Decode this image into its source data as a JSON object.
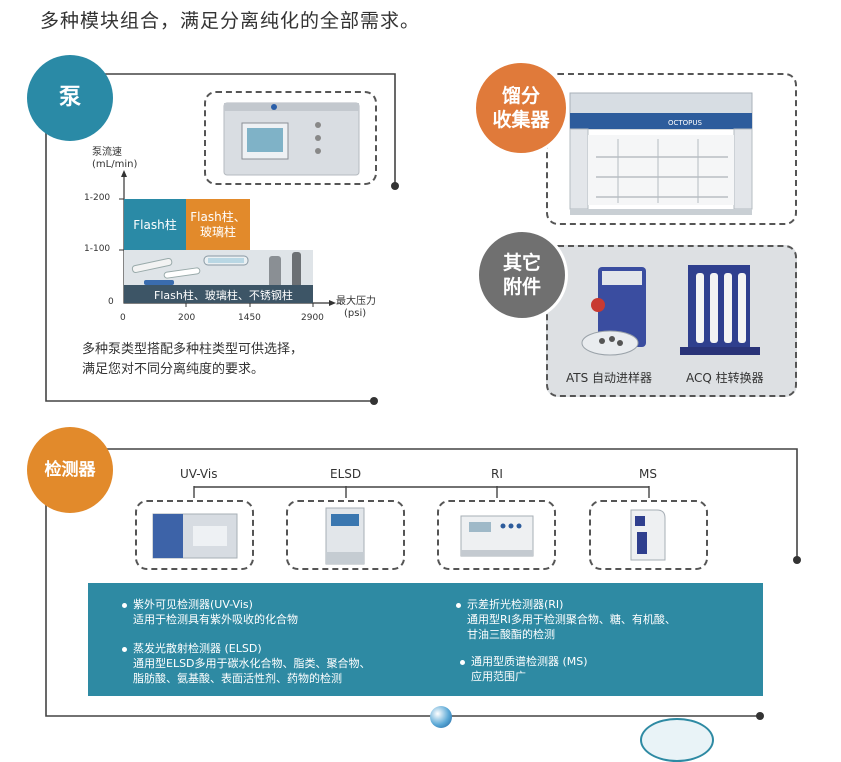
{
  "title": "多种模块组合，满足分离纯化的全部需求。",
  "pump": {
    "badge": "泵",
    "y_label_line1": "泵流速",
    "y_label_line2": "(mL/min)",
    "x_label_line1": "最大压力",
    "x_label_line2": "(psi)",
    "y_ticks": [
      "1-200",
      "1-100",
      "0"
    ],
    "x_ticks": [
      "0",
      "200",
      "1450",
      "2900"
    ],
    "box_flash": "Flash柱",
    "box_flash_glass_line1": "Flash柱、",
    "box_flash_glass_line2": "玻璃柱",
    "box_all": "Flash柱、玻璃柱、不锈钢柱",
    "desc_line1": "多种泵类型搭配多种柱类型可供选择，",
    "desc_line2": "满足您对不同分离纯度的要求。",
    "colors": {
      "teal": "#2a8aa6",
      "orange": "#e28a2b"
    }
  },
  "fraction": {
    "badge_line1": "馏分",
    "badge_line2": "收集器",
    "brand": "OCTOPUS",
    "color": "#e07a3a"
  },
  "accessories": {
    "badge_line1": "其它",
    "badge_line2": "附件",
    "item1": "ATS 自动进样器",
    "item2": "ACQ 柱转换器",
    "color": "#707070"
  },
  "detector": {
    "badge": "检测器",
    "color": "#e28a2b",
    "items": [
      "UV-Vis",
      "ELSD",
      "RI",
      "MS"
    ],
    "panel_color": "#2e8aa3",
    "desc": {
      "uv_title": "紫外可见检测器(UV-Vis)",
      "uv_text": "适用于检测具有紫外吸收的化合物",
      "elsd_title": "蒸发光散射检测器 (ELSD)",
      "elsd_text1": "通用型ELSD多用于碳水化合物、脂类、聚合物、",
      "elsd_text2": "脂肪酸、氨基酸、表面活性剂、药物的检测",
      "ri_title": "示差折光检测器(RI)",
      "ri_text1": "通用型RI多用于检测聚合物、糖、有机酸、",
      "ri_text2": "甘油三酸酯的检测",
      "ms_title": "通用型质谱检测器 (MS)",
      "ms_text": "应用范围广"
    }
  }
}
